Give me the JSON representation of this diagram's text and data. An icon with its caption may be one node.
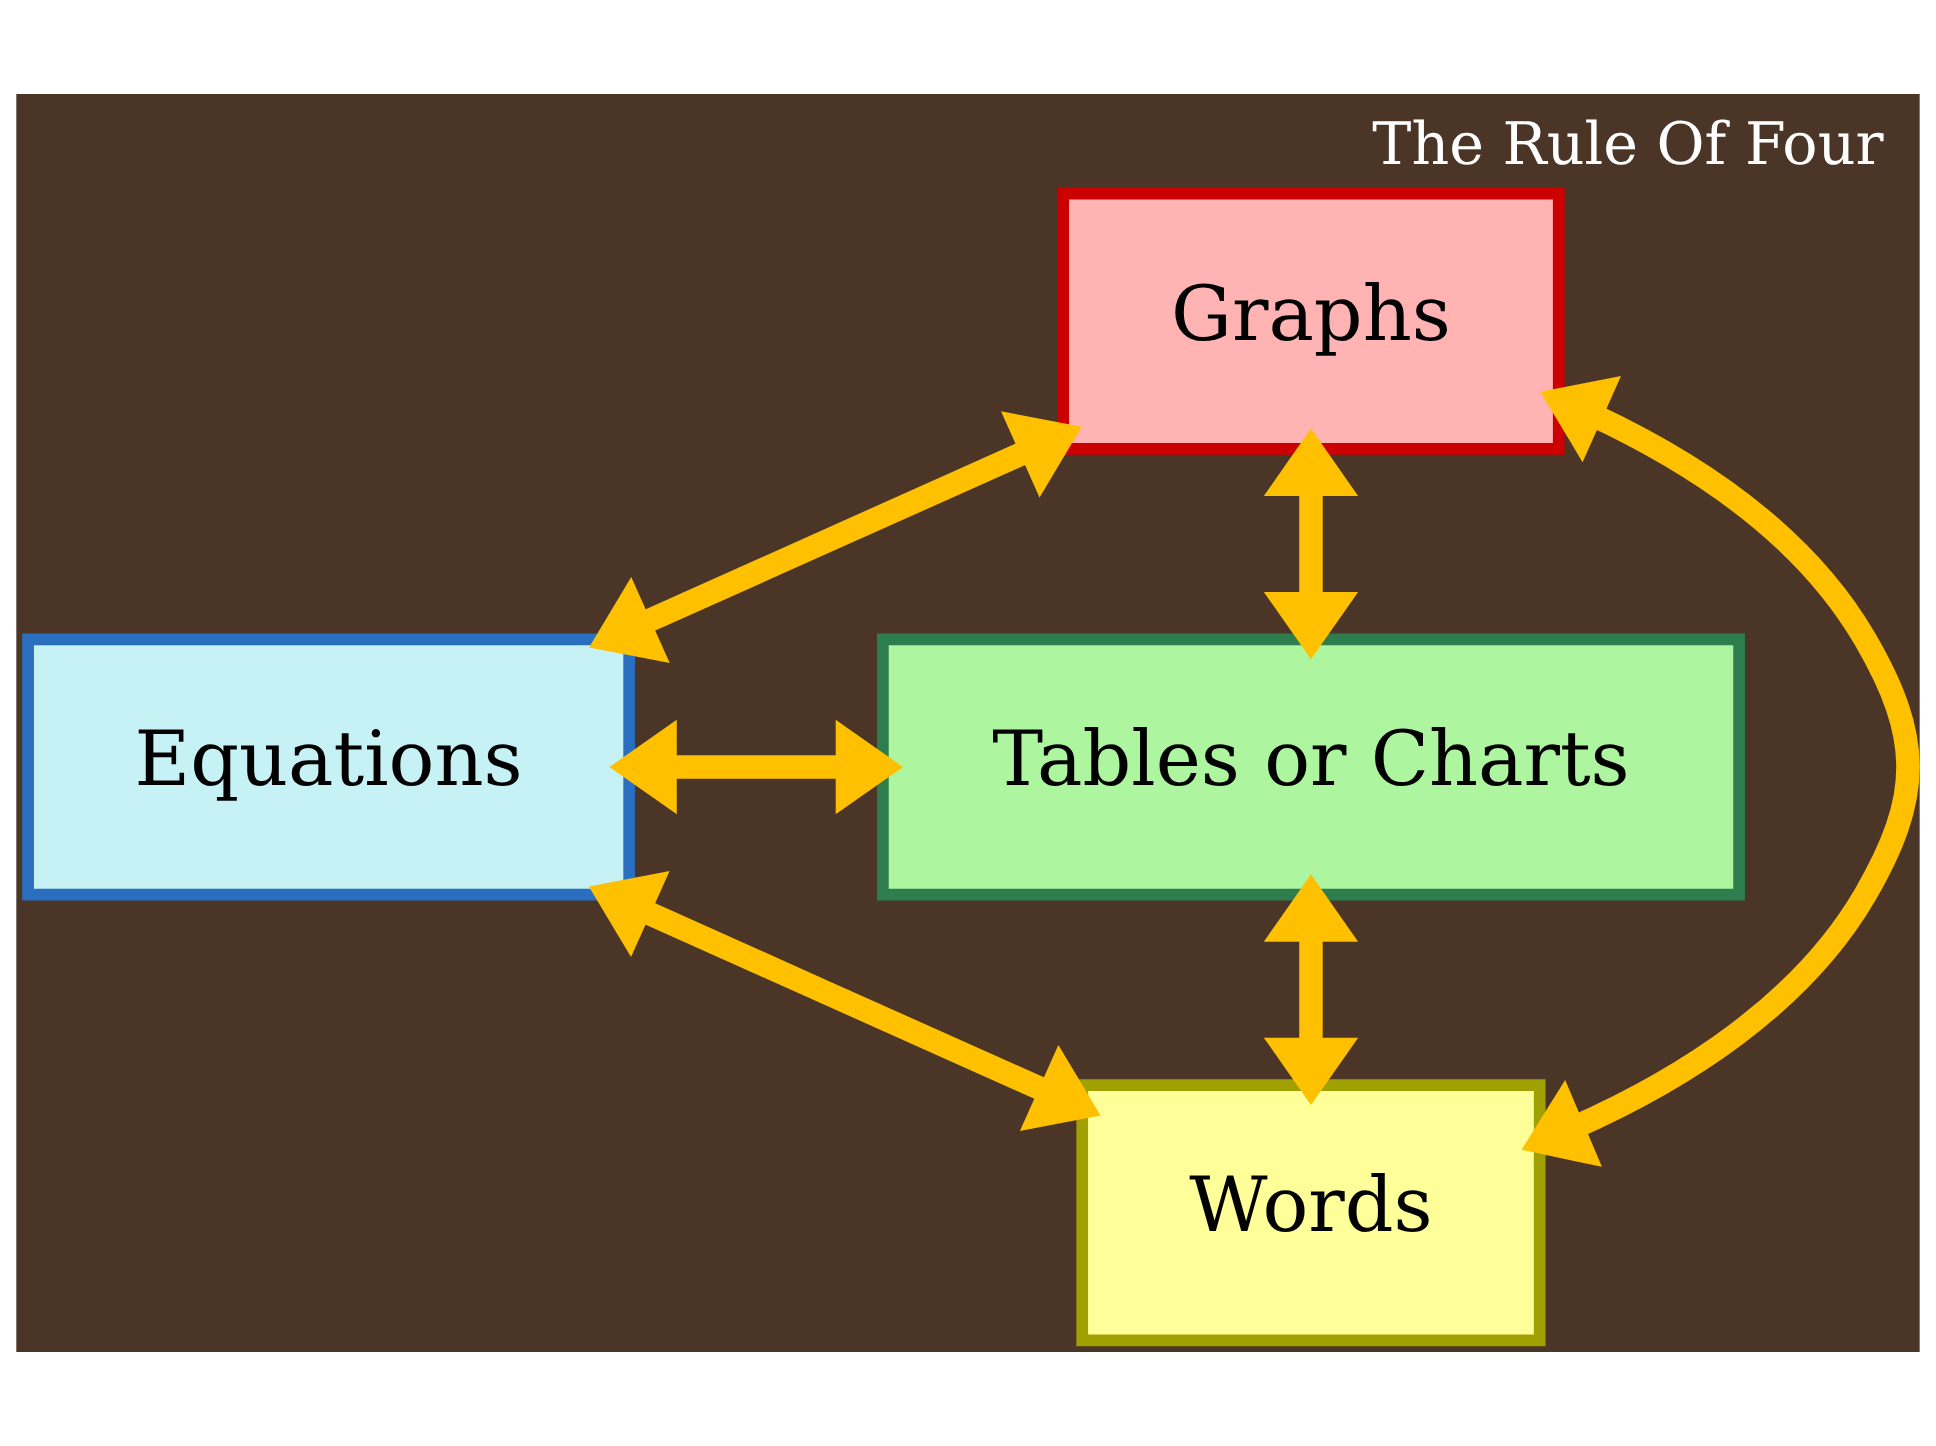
{
  "diagram": {
    "title": "The Rule Of Four",
    "nodes": [
      {
        "text": [
          "Graphs"
        ]
      },
      {
        "text": [
          "Equations"
        ]
      },
      {
        "text": [
          "Tables or Charts"
        ]
      },
      {
        "text": [
          "Words"
        ]
      }
    ],
    "edges": [
      {
        "from": 0,
        "to": 1,
        "arrow": "both"
      },
      {
        "from": 0,
        "to": 2,
        "arrow": "both"
      },
      {
        "from": 1,
        "to": 2,
        "arrow": "both"
      },
      {
        "from": 0,
        "to": 3,
        "arrow": "both"
      },
      {
        "from": 1,
        "to": 3,
        "arrow": "both"
      },
      {
        "from": 2,
        "to": 3,
        "arrow": "both"
      }
    ]
  }
}
